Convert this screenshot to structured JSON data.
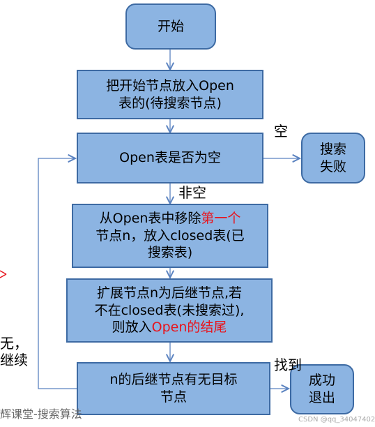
{
  "nodes": {
    "start": "开始",
    "put_start": "把开始节点放入Open表的(待搜索节点)",
    "put_start_l1": "把开始节点放入Open",
    "put_start_l2": "表的(待搜索节点)",
    "open_empty": "Open表是否为空",
    "search_fail_l1": "搜索",
    "search_fail_l2": "失败",
    "remove_l1a": "从Open表中移除",
    "remove_l1b": "第一个",
    "remove_l2": "节点n，放入closed表(已",
    "remove_l3": "搜索表)",
    "expand_l1": "扩展节点n为后继节点,若",
    "expand_l2": "不在closed表(未搜索过),",
    "expand_l3a": "则放入",
    "expand_l3b": "Open的结尾",
    "goal_l1": "n的后继节点有无目标",
    "goal_l2": "节点",
    "success_l1": "成功",
    "success_l2": "退出"
  },
  "edge_labels": {
    "empty": "空",
    "not_empty": "非空",
    "found": "找到",
    "none_l1": "无，",
    "none_l2": "继续"
  },
  "footer": {
    "left_text": "辉课堂-搜索算法",
    "watermark": "CSDN @qq_34047402"
  },
  "colors": {
    "box_fill": "#8cb4e2",
    "box_border": "#3d6aa3",
    "arrow": "#5a82c0",
    "highlight": "#e8141c"
  }
}
